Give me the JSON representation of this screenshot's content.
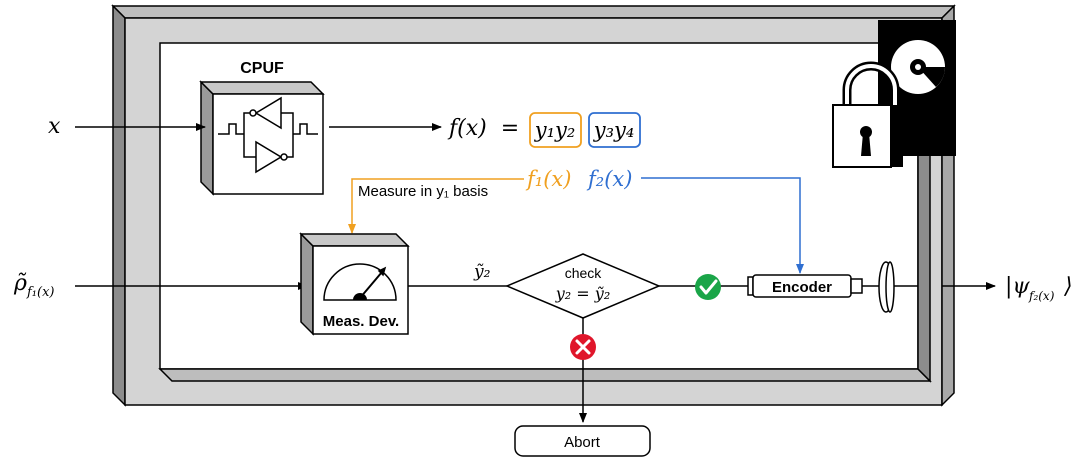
{
  "colors": {
    "frame_outer": "#d4d4d4",
    "frame_side": "#8c8c8c",
    "frame_top": "#bdbdbd",
    "orange": "#f0a020",
    "blue": "#2f6fd1",
    "green": "#1aa548",
    "red": "#e0162b",
    "black": "#000000"
  },
  "input_x": "x",
  "input_rho": "ρ̃",
  "input_rho_sub": "f₁(x)",
  "cpuf": {
    "title": "CPUF"
  },
  "fx_expr": "f(x)  =",
  "response_orange": "y₁y₂",
  "response_blue": "y₃y₄",
  "f1_label": "f₁(x)",
  "f2_label": "f₂(x)",
  "measure_label": "Measure in y₁ basis",
  "meas_dev_label": "Meas. Dev.",
  "y2_tilde": "ỹ₂",
  "check_title": "check",
  "check_expr": "y₂ = ỹ₂",
  "encoder_label": "Encoder",
  "output_state": "|ψ",
  "output_sub": "f₂(x)",
  "output_close": "⟩",
  "abort_label": "Abort"
}
